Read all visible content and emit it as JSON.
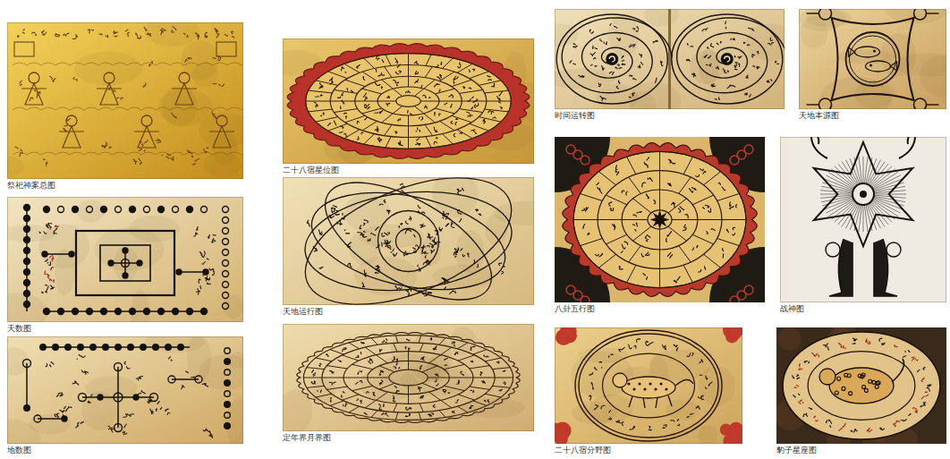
{
  "diagram": {
    "nodes": [
      {
        "text": [
          "祭祀神案总图"
        ]
      },
      {
        "text": [
          "天数图"
        ]
      },
      {
        "text": [
          "地数图"
        ]
      },
      {
        "text": [
          "二十八宿星位图"
        ]
      },
      {
        "text": [
          "天地运行图"
        ]
      },
      {
        "text": [
          "定年界月界图"
        ]
      },
      {
        "text": [
          "时间运转图"
        ]
      },
      {
        "text": [
          "八卦五行图"
        ]
      },
      {
        "text": [
          "二十八宿分野图"
        ]
      },
      {
        "text": [
          "天地本源图"
        ]
      },
      {
        "text": [
          "战神图"
        ]
      },
      {
        "text": [
          "豹子星座图"
        ]
      }
    ]
  }
}
